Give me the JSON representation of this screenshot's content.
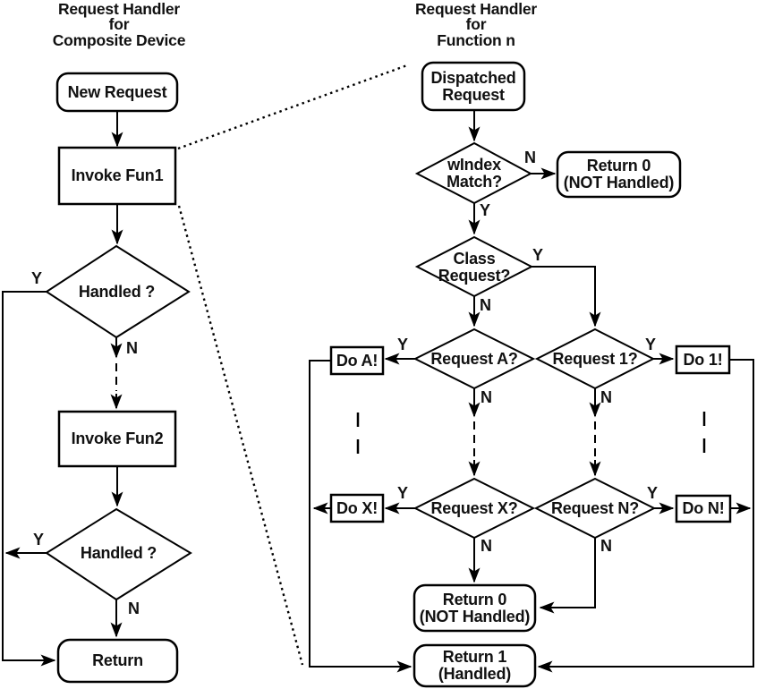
{
  "left_chart": {
    "title": "Request Handler\nfor\nComposite Device",
    "nodes": {
      "new_request": "New Request",
      "invoke_fun1": "Invoke Fun1",
      "handled_1": "Handled ?",
      "invoke_fun2": "Invoke Fun2",
      "handled_2": "Handled ?",
      "return_node": "Return"
    },
    "labels": {
      "handled1_yes": "Y",
      "handled1_no": "N",
      "handled2_yes": "Y",
      "handled2_no": "N"
    }
  },
  "right_chart": {
    "title": "Request Handler\nfor\nFunction n",
    "nodes": {
      "dispatched_request": "Dispatched\nRequest",
      "windex_match": "wIndex\nMatch?",
      "return0_top": "Return 0\n(NOT Handled)",
      "class_request": "Class\nRequest?",
      "request_a": "Request A?",
      "request_1": "Request 1?",
      "do_a": "Do A!",
      "do_1": "Do 1!",
      "request_x": "Request X?",
      "request_n": "Request N?",
      "do_x": "Do X!",
      "do_n": "Do N!",
      "return0_bottom": "Return 0\n(NOT Handled)",
      "return1": "Return 1\n(Handled)"
    },
    "labels": {
      "windex_no": "N",
      "windex_yes": "Y",
      "class_yes": "Y",
      "class_no": "N",
      "request_a_yes": "Y",
      "request_a_no": "N",
      "request_1_yes": "Y",
      "request_1_no": "N",
      "request_x_yes": "Y",
      "request_x_no": "N",
      "request_n_yes": "Y",
      "request_n_no": "N"
    }
  },
  "colors": {
    "ink": "#000000",
    "background": "#ffffff"
  }
}
